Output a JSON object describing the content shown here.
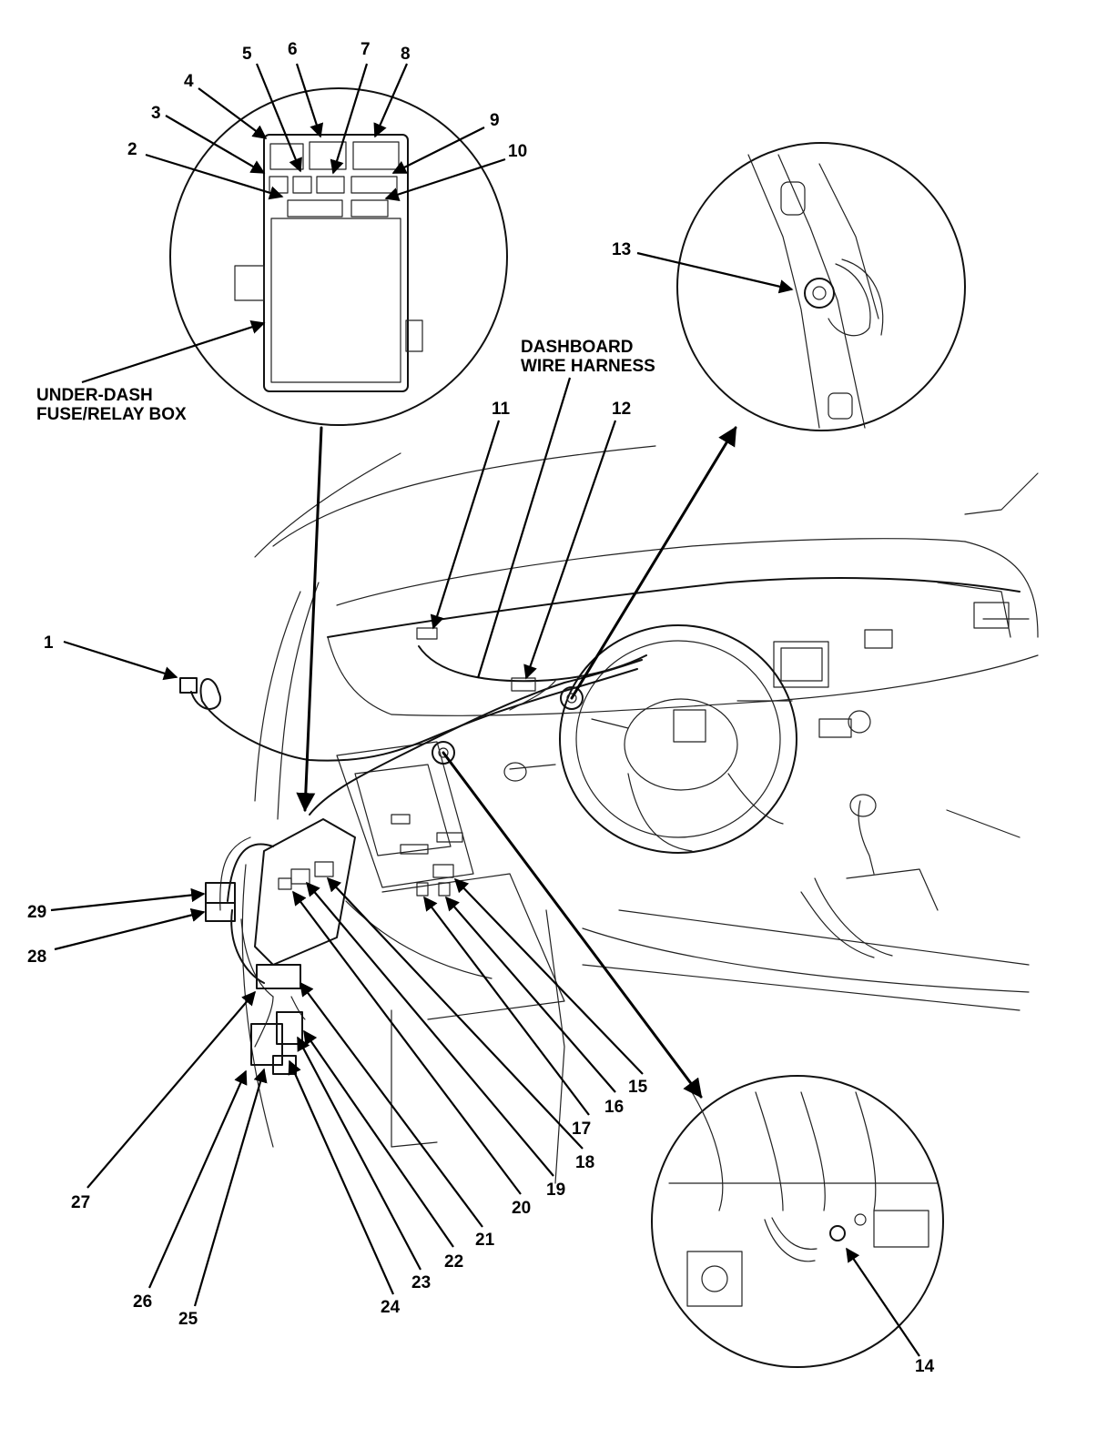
{
  "callouts": {
    "c1": "1",
    "c2": "2",
    "c3": "3",
    "c4": "4",
    "c5": "5",
    "c6": "6",
    "c7": "7",
    "c8": "8",
    "c9": "9",
    "c10": "10",
    "c11": "11",
    "c12": "12",
    "c13": "13",
    "c14": "14",
    "c15": "15",
    "c16": "16",
    "c17": "17",
    "c18": "18",
    "c19": "19",
    "c20": "20",
    "c21": "21",
    "c22": "22",
    "c23": "23",
    "c24": "24",
    "c25": "25",
    "c26": "26",
    "c27": "27",
    "c28": "28",
    "c29": "29"
  },
  "labels": {
    "fuse_box_line1": "UNDER-DASH",
    "fuse_box_line2": "FUSE/RELAY BOX",
    "harness_line1": "DASHBOARD",
    "harness_line2": "WIRE HARNESS"
  }
}
